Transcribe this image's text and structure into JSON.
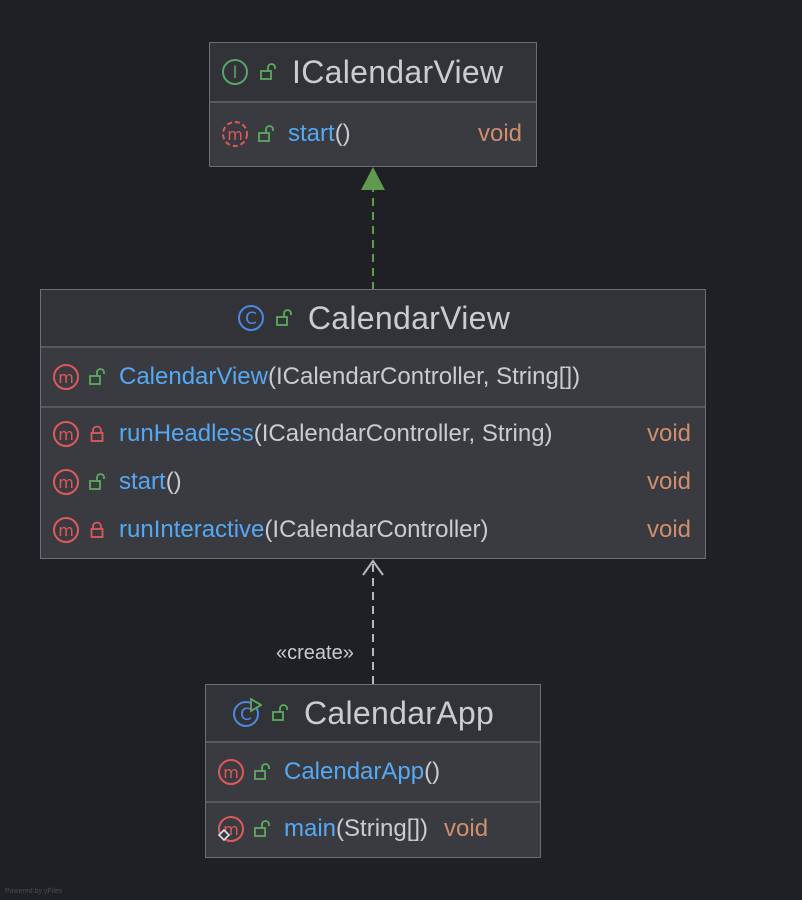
{
  "diagram": {
    "colors": {
      "background": "#1f2023",
      "node_fill": "#393b40",
      "node_border": "#6b6e74",
      "method_name": "#56a8f5",
      "return_type": "#cf8e6d",
      "text": "#c9ccd1",
      "implements_arrow": "#5f9a4f",
      "dependency_arrow": "#b5b8bd",
      "method_icon": "#e0595a",
      "class_icon": "#4e86e6",
      "interface_icon": "#57a56a",
      "public_lock": "#5cab5f",
      "private_lock": "#e0595a"
    },
    "nodes": {
      "icalendarview": {
        "title": "ICalendarView",
        "kind_icon": "interface-icon",
        "methods": [
          {
            "name": "start",
            "params": "()",
            "return": "void",
            "visibility": "public",
            "icon": "abstract-method-icon"
          }
        ]
      },
      "calendarview": {
        "title": "CalendarView",
        "kind_icon": "class-icon",
        "constructors": [
          {
            "name": "CalendarView",
            "params": "(ICalendarController, String[])",
            "return": "",
            "visibility": "public",
            "icon": "method-icon"
          }
        ],
        "methods": [
          {
            "name": "runHeadless",
            "params": "(ICalendarController, String)",
            "return": "void",
            "visibility": "private",
            "icon": "method-icon"
          },
          {
            "name": "start",
            "params": "()",
            "return": "void",
            "visibility": "public",
            "icon": "method-icon"
          },
          {
            "name": "runInteractive",
            "params": "(ICalendarController)",
            "return": "void",
            "visibility": "private",
            "icon": "method-icon"
          }
        ]
      },
      "calendarapp": {
        "title": "CalendarApp",
        "kind_icon": "runnable-class-icon",
        "constructors": [
          {
            "name": "CalendarApp",
            "params": "()",
            "return": "",
            "visibility": "public",
            "icon": "method-icon"
          }
        ],
        "methods": [
          {
            "name": "main",
            "params": "(String[])",
            "return": "void",
            "visibility": "public",
            "icon": "static-method-icon"
          }
        ]
      }
    },
    "edges": [
      {
        "from": "CalendarView",
        "to": "ICalendarView",
        "type": "implements",
        "label": ""
      },
      {
        "from": "CalendarApp",
        "to": "CalendarView",
        "type": "dependency",
        "label": "«create»"
      }
    ],
    "footer": "Powered by yFiles"
  }
}
